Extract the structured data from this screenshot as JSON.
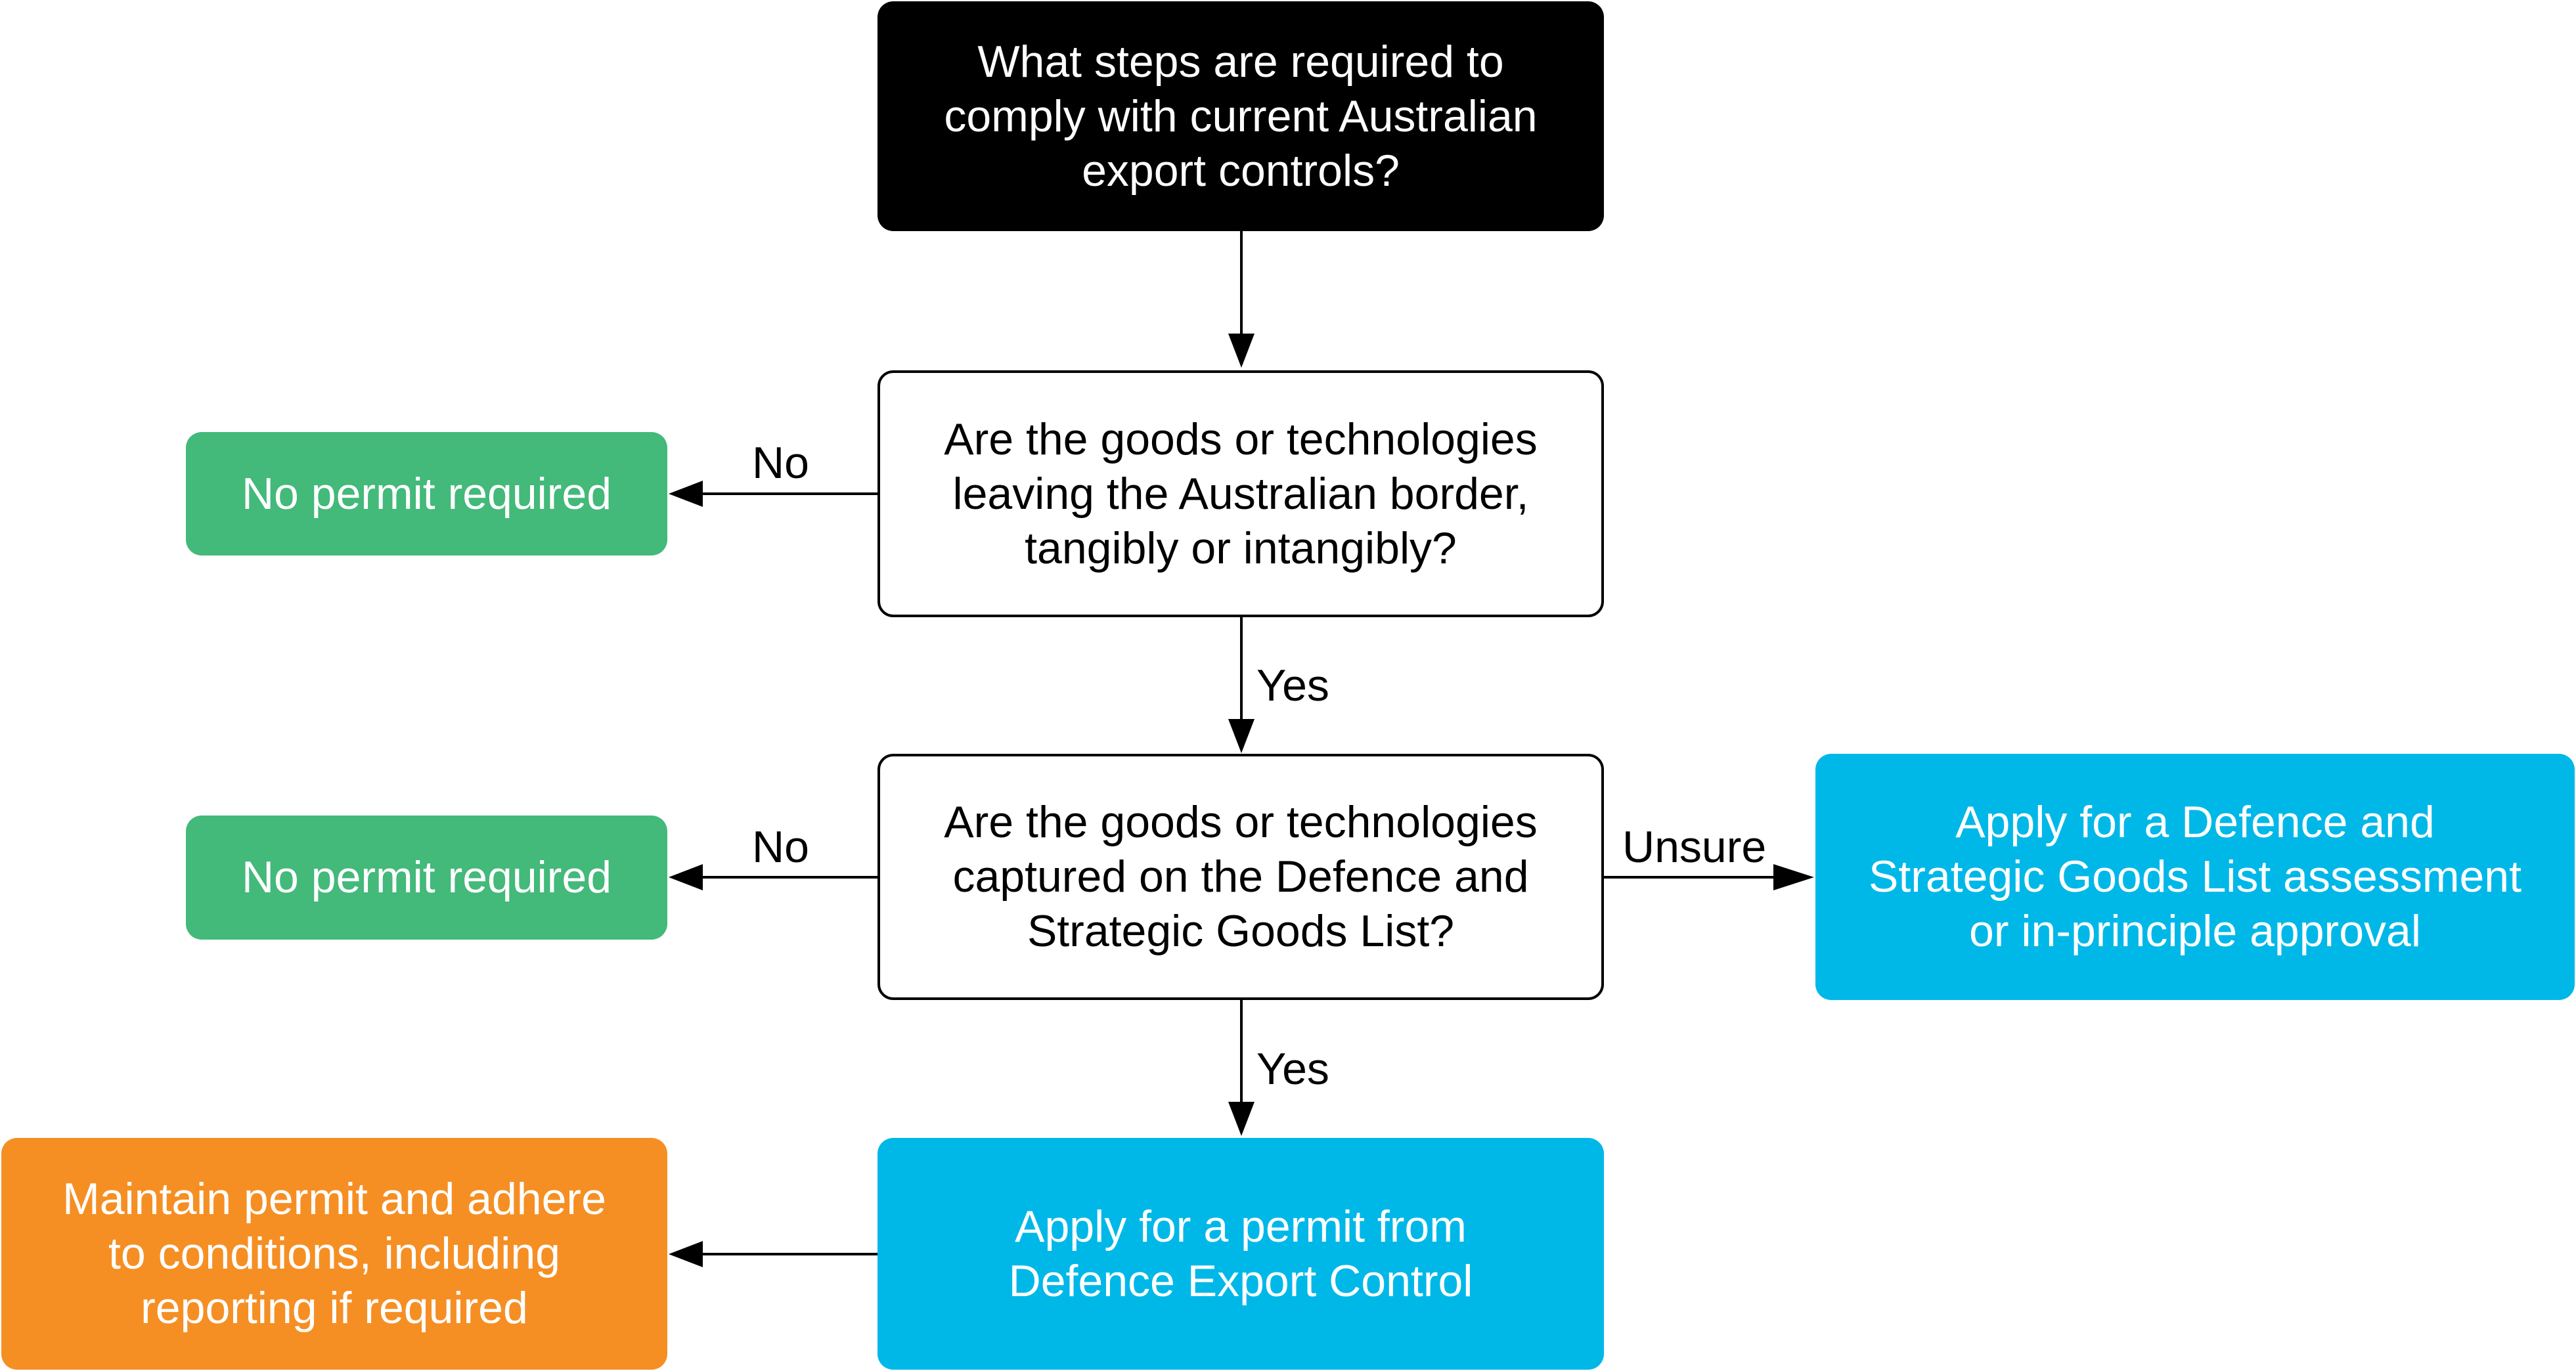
{
  "nodes": {
    "start": "What steps are required to\ncomply with current Australian\nexport controls?",
    "q_border": "Are the goods or technologies\nleaving the Australian border,\ntangibly or intangibly?",
    "q_dsgl": "Are the goods or technologies\ncaptured on the Defence and\nStrategic Goods List?",
    "no_permit_1": "No permit required",
    "no_permit_2": "No permit required",
    "apply_assessment": "Apply for a Defence and\nStrategic Goods List assessment\nor in-principle approval",
    "apply_permit": "Apply for a permit from\nDefence Export Control",
    "maintain_permit": "Maintain permit and adhere\nto conditions, including\nreporting if required"
  },
  "edge_labels": {
    "border_no": "No",
    "border_yes": "Yes",
    "dsgl_no": "No",
    "dsgl_yes": "Yes",
    "dsgl_unsure": "Unsure"
  },
  "colors": {
    "start": "#000000",
    "no_permit": "#43b97a",
    "apply": "#00b8e8",
    "maintain": "#f58f24"
  }
}
